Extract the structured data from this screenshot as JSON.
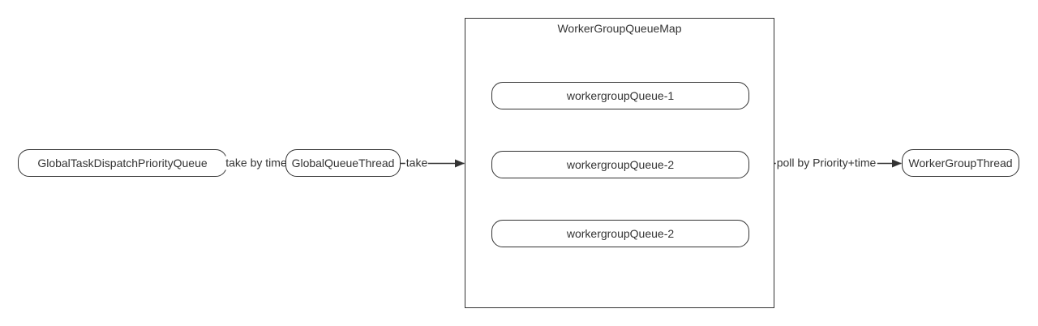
{
  "diagram": {
    "nodes": {
      "global_task_dispatch_priority_queue": "GlobalTaskDispatchPriorityQueue",
      "global_queue_thread": "GlobalQueueThread",
      "worker_group_thread": "WorkerGroupThread"
    },
    "container": {
      "title": "WorkerGroupQueueMap",
      "queues": [
        "workergroupQueue-1",
        "workergroupQueue-2",
        "workergroupQueue-2"
      ]
    },
    "edges": {
      "take_by_time_label": "take by time",
      "take_label": "take",
      "poll_label": "poll by Priority+time"
    },
    "colors": {
      "stroke": "#333333",
      "background": "#ffffff"
    }
  }
}
